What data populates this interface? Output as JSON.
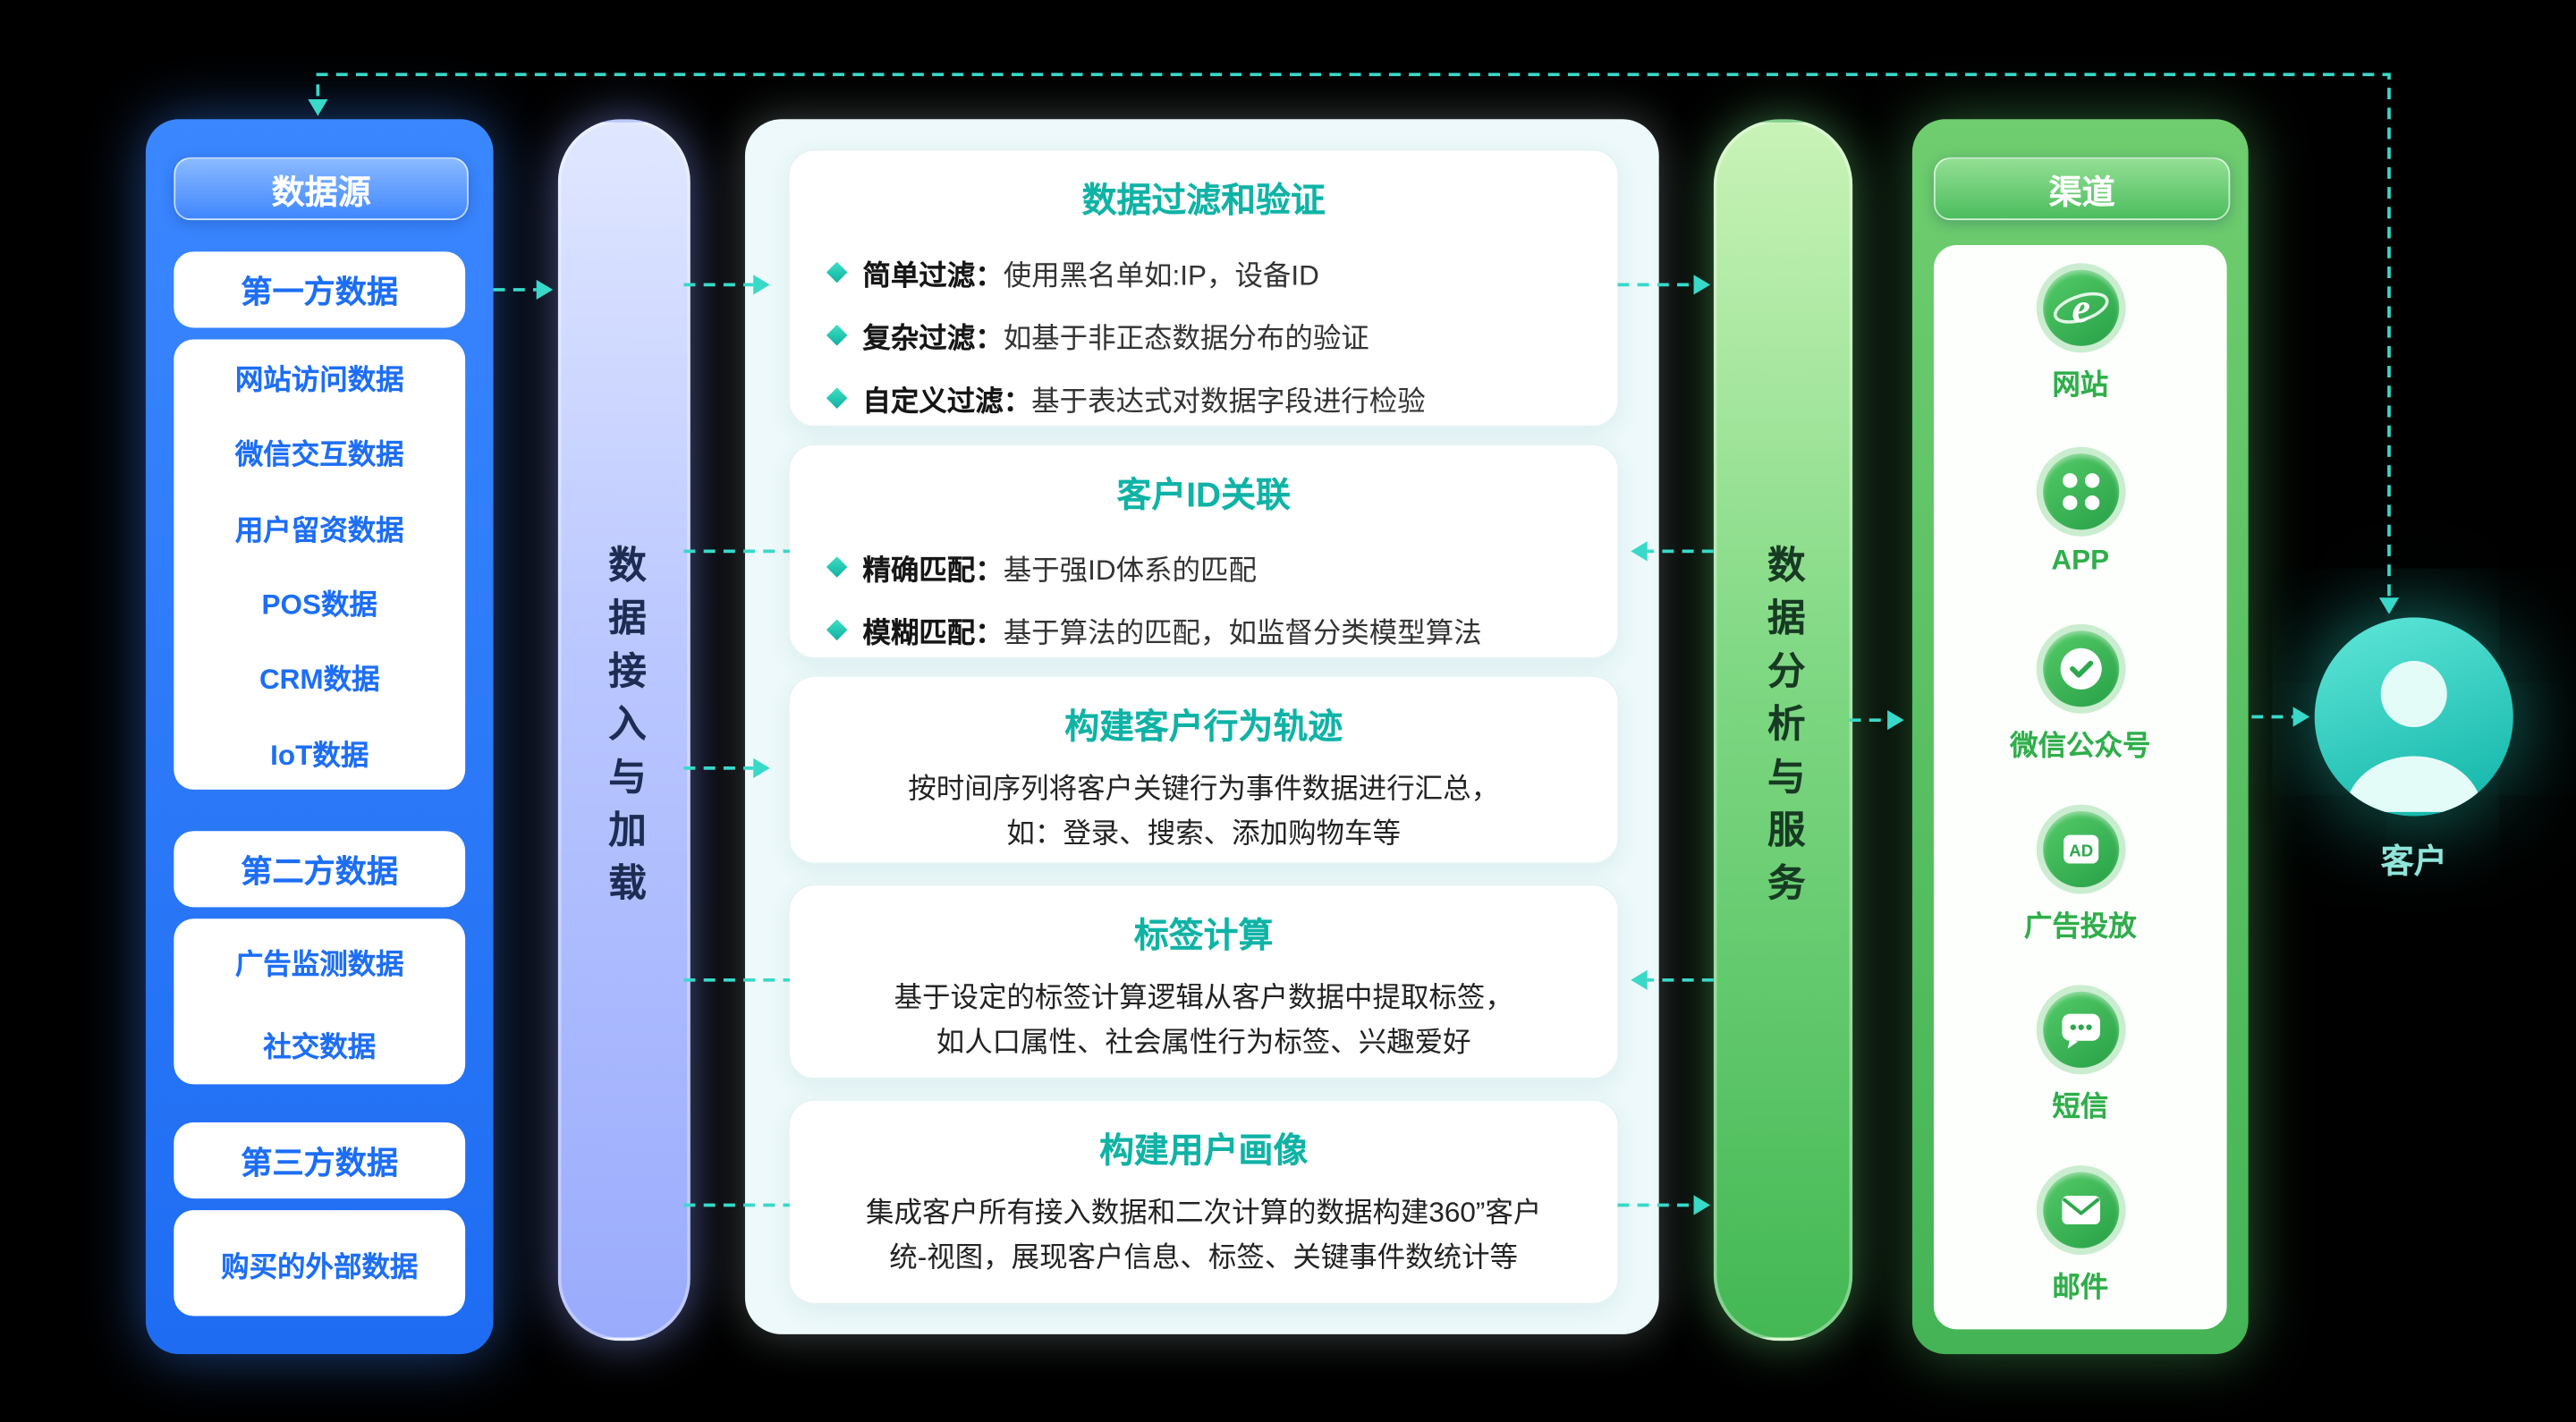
{
  "colors": {
    "background": "#000000",
    "primary_blue": "#2e7ef5",
    "ingest_bar_blue": "#aebcfd",
    "accent_teal": "#38d9c8",
    "card_title_teal": "#0fb3a6",
    "green": "#4cbd5e",
    "channel_label_green": "#2fae4a"
  },
  "data_sources": {
    "title": "数据源",
    "groups": [
      {
        "header": "第一方数据",
        "items": [
          "网站访问数据",
          "微信交互数据",
          "用户留资数据",
          "POS数据",
          "CRM数据",
          "IoT数据"
        ]
      },
      {
        "header": "第二方数据",
        "items": [
          "广告监测数据",
          "社交数据"
        ]
      },
      {
        "header": "第三方数据",
        "items": [
          "购买的外部数据"
        ]
      }
    ]
  },
  "ingest_bar": {
    "label": "数据接入与加载"
  },
  "pipeline": {
    "cards": [
      {
        "title": "数据过滤和验证",
        "bullets": [
          {
            "label": "简单过滤：",
            "text": "使用黑名单如:IP，设备ID"
          },
          {
            "label": "复杂过滤：",
            "text": "如基于非正态数据分布的验证"
          },
          {
            "label": "自定义过滤：",
            "text": "基于表达式对数据字段进行检验"
          }
        ]
      },
      {
        "title": "客户ID关联",
        "bullets": [
          {
            "label": "精确匹配：",
            "text": "基于强ID体系的匹配"
          },
          {
            "label": "模糊匹配：",
            "text": "基于算法的匹配，如监督分类模型算法"
          }
        ]
      },
      {
        "title": "构建客户行为轨迹",
        "body": "按时间序列将客户关键行为事件数据进行汇总，\n如：登录、搜索、添加购物车等"
      },
      {
        "title": "标签计算",
        "body": "基于设定的标签计算逻辑从客户数据中提取标签，\n如人口属性、社会属性行为标签、兴趣爱好"
      },
      {
        "title": "构建用户画像",
        "body": "集成客户所有接入数据和二次计算的数据构建360”客户\n统-视图，展现客户信息、标签、关键事件数统计等"
      }
    ]
  },
  "analysis_bar": {
    "label": "数据分析与服务"
  },
  "channels": {
    "title": "渠道",
    "items": [
      {
        "icon": "browser-icon",
        "label": "网站"
      },
      {
        "icon": "app-grid-icon",
        "label": "APP"
      },
      {
        "icon": "wechat-official-account-icon",
        "label": "微信公众号"
      },
      {
        "icon": "ad-icon",
        "label": "广告投放"
      },
      {
        "icon": "sms-icon",
        "label": "短信"
      },
      {
        "icon": "email-icon",
        "label": "邮件"
      }
    ]
  },
  "customer": {
    "label": "客户"
  }
}
